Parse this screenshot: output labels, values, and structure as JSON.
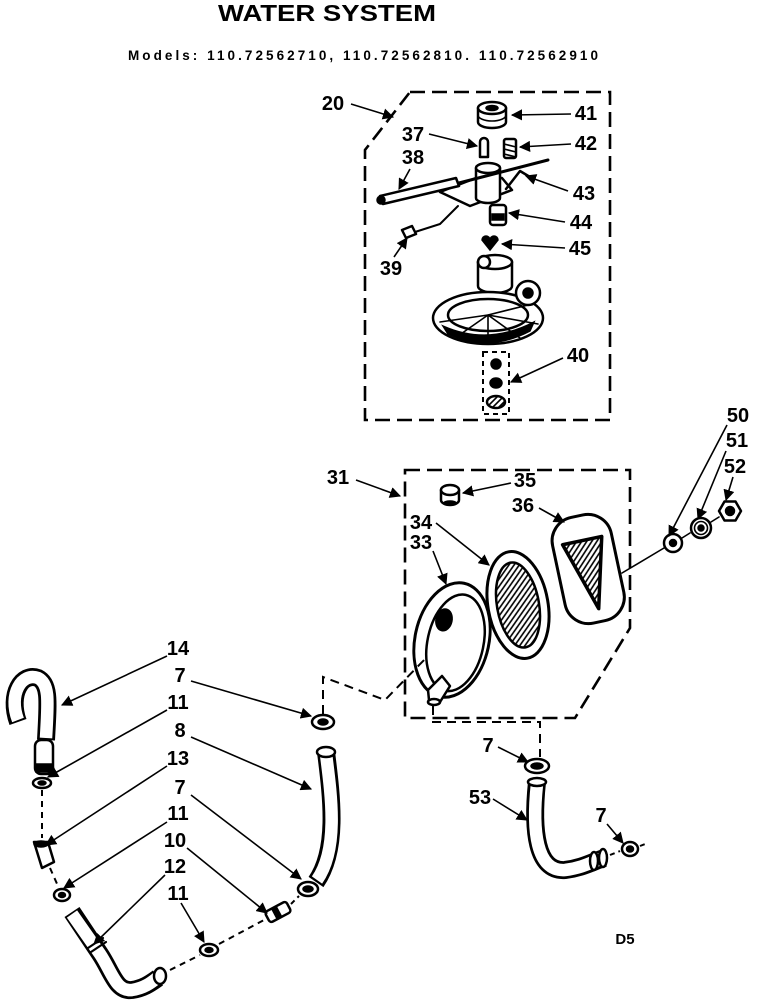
{
  "title": "WATER SYSTEM",
  "models": "Models:  110.72562710, 110.72562810. 110.72562910",
  "callouts": [
    "20",
    "41",
    "37",
    "42",
    "38",
    "43",
    "44",
    "39",
    "45",
    "40",
    "31",
    "35",
    "36",
    "34",
    "33",
    "50",
    "51",
    "52",
    "14",
    "7",
    "11",
    "8",
    "13",
    "7",
    "11",
    "10",
    "12",
    "11",
    "7",
    "53",
    "7"
  ],
  "page_code": "D5",
  "colors": {
    "ink": "#000000",
    "paper": "#ffffff"
  }
}
